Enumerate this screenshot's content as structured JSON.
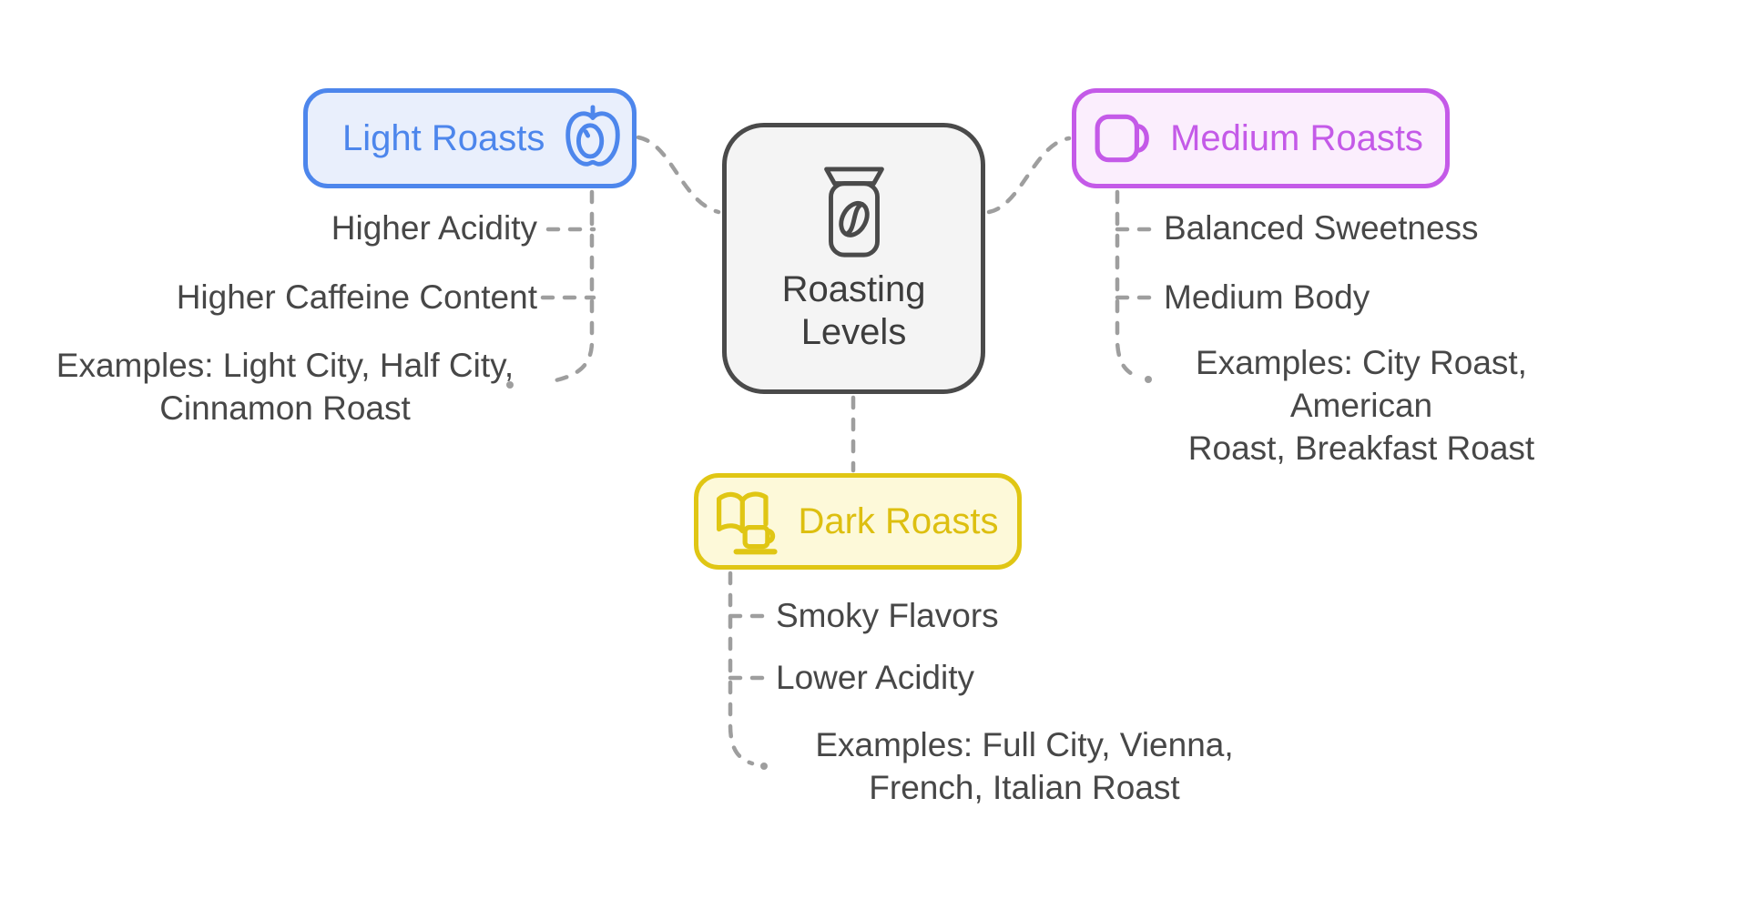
{
  "diagram": {
    "type": "mindmap",
    "connector_color": "#9e9e9e",
    "background_color": "#ffffff"
  },
  "center_node": {
    "label": "Roasting Levels",
    "label_line1": "Roasting",
    "label_line2": "Levels",
    "icon": "coffee-jar-icon",
    "border_color": "#4a4a4a",
    "fill_color": "#f4f4f4"
  },
  "branches": {
    "light": {
      "label": "Light Roasts",
      "icon": "apple-icon",
      "accent_color": "#4d86ec",
      "fill_color": "#e9effc",
      "items": {
        "acidity": "Higher Acidity",
        "caffeine": "Higher Caffeine Content",
        "examples_line1": "Examples: Light City, Half City,",
        "examples_line2": "Cinnamon Roast"
      }
    },
    "medium": {
      "label": "Medium Roasts",
      "icon": "mug-icon",
      "accent_color": "#c45ae8",
      "fill_color": "#fbeefd",
      "items": {
        "sweetness": "Balanced Sweetness",
        "body": "Medium Body",
        "examples_line1": "Examples: City Roast, American",
        "examples_line2": "Roast, Breakfast Roast"
      }
    },
    "dark": {
      "label": "Dark Roasts",
      "icon": "book-cup-icon",
      "accent_color": "#e0c614",
      "fill_color": "#fdf9d9",
      "items": {
        "smoky": "Smoky Flavors",
        "acidity": "Lower Acidity",
        "examples_line1": "Examples: Full City, Vienna,",
        "examples_line2": "French, Italian Roast"
      }
    }
  }
}
